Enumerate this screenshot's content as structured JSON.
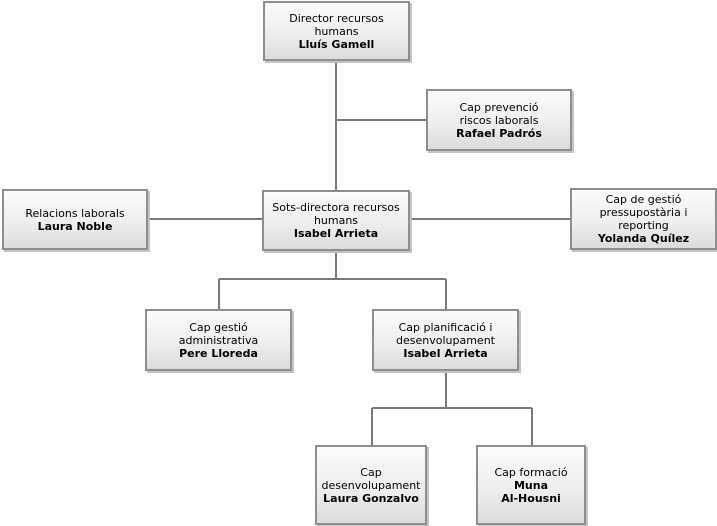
{
  "chart_data": {
    "type": "org-chart",
    "nodes": [
      {
        "id": "dir",
        "title": [
          "Director recursos",
          "humans"
        ],
        "name": [
          "Lluís Gamell"
        ],
        "parent": null
      },
      {
        "id": "prev",
        "title": [
          "Cap prevenció",
          "riscos laborals"
        ],
        "name": [
          "Rafael Padrós"
        ],
        "parent": "dir"
      },
      {
        "id": "sots",
        "title": [
          "Sots-directora recursos",
          "humans"
        ],
        "name": [
          "Isabel Arrieta"
        ],
        "parent": "dir"
      },
      {
        "id": "rel",
        "title": [
          "Relacions laborals"
        ],
        "name": [
          "Laura Noble"
        ],
        "parent": "sots"
      },
      {
        "id": "press",
        "title": [
          "Cap de gestió",
          "pressupostària i",
          "reporting"
        ],
        "name": [
          "Yolanda Quílez"
        ],
        "parent": "sots"
      },
      {
        "id": "adm",
        "title": [
          "Cap gestió",
          "administrativa"
        ],
        "name": [
          "Pere Lloreda"
        ],
        "parent": "sots"
      },
      {
        "id": "plan",
        "title": [
          "Cap planificació i",
          "desenvolupament"
        ],
        "name": [
          "Isabel Arrieta"
        ],
        "parent": "sots"
      },
      {
        "id": "desen",
        "title": [
          "Cap",
          "desenvolupament"
        ],
        "name": [
          "Laura Gonzalvo"
        ],
        "parent": "plan"
      },
      {
        "id": "form",
        "title": [
          "Cap formació"
        ],
        "name": [
          "Muna",
          "Al-Housni"
        ],
        "parent": "plan"
      }
    ]
  }
}
